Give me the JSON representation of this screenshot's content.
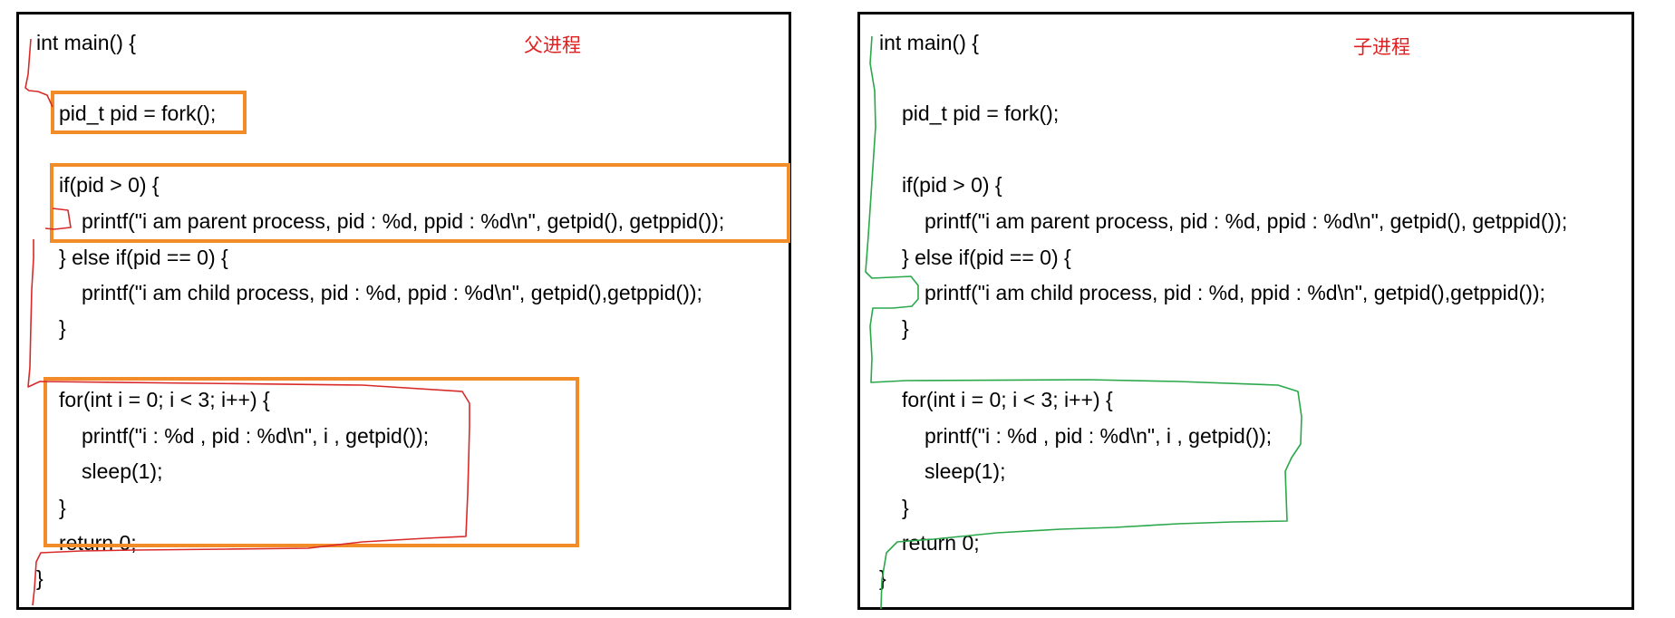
{
  "left_panel": {
    "title": "父进程",
    "lines": [
      "int main() {",
      "pid_t pid = fork();",
      "if(pid > 0) {",
      "printf(\"i am parent process, pid : %d, ppid : %d\\n\", getpid(), getppid());",
      "} else if(pid == 0) {",
      "printf(\"i am child process, pid : %d, ppid : %d\\n\", getpid(),getppid());",
      "}",
      "for(int i = 0; i < 3; i++) {",
      "printf(\"i : %d , pid : %d\\n\", i , getpid());",
      "sleep(1);",
      "}",
      "return 0;",
      "}"
    ]
  },
  "right_panel": {
    "title": "子进程",
    "lines": [
      "int main() {",
      "pid_t pid = fork();",
      "if(pid > 0) {",
      "printf(\"i am parent process, pid : %d, ppid : %d\\n\", getpid(), getppid());",
      "} else if(pid == 0) {",
      "printf(\"i am child process, pid : %d, ppid : %d\\n\", getpid(),getppid());",
      "}",
      "for(int i = 0; i < 3; i++) {",
      "printf(\"i : %d , pid : %d\\n\", i , getpid());",
      "sleep(1);",
      "}",
      "return 0;",
      "}"
    ]
  },
  "colors": {
    "highlight_box": "#f28c28",
    "parent_path": "#d92a2a",
    "child_path": "#2aa84a",
    "title": "#e02020"
  }
}
